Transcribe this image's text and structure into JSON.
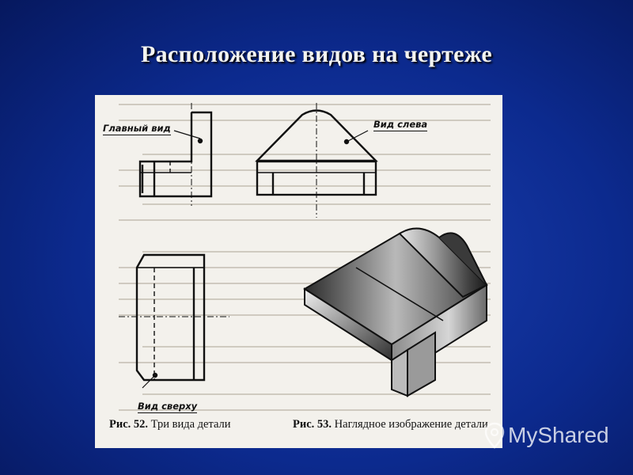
{
  "slide": {
    "title": "Расположение видов на чертеже"
  },
  "figure": {
    "labels": {
      "front_view": "Главный вид",
      "left_view": "Вид слева",
      "top_view": "Вид сверху"
    },
    "captions": {
      "fig52_number": "Рис. 52.",
      "fig52_text": "Три вида детали",
      "fig53_number": "Рис. 53.",
      "fig53_text": "Наглядное изображение детали"
    }
  },
  "watermark": {
    "text": "MyShared",
    "icon": "pin-icon"
  }
}
